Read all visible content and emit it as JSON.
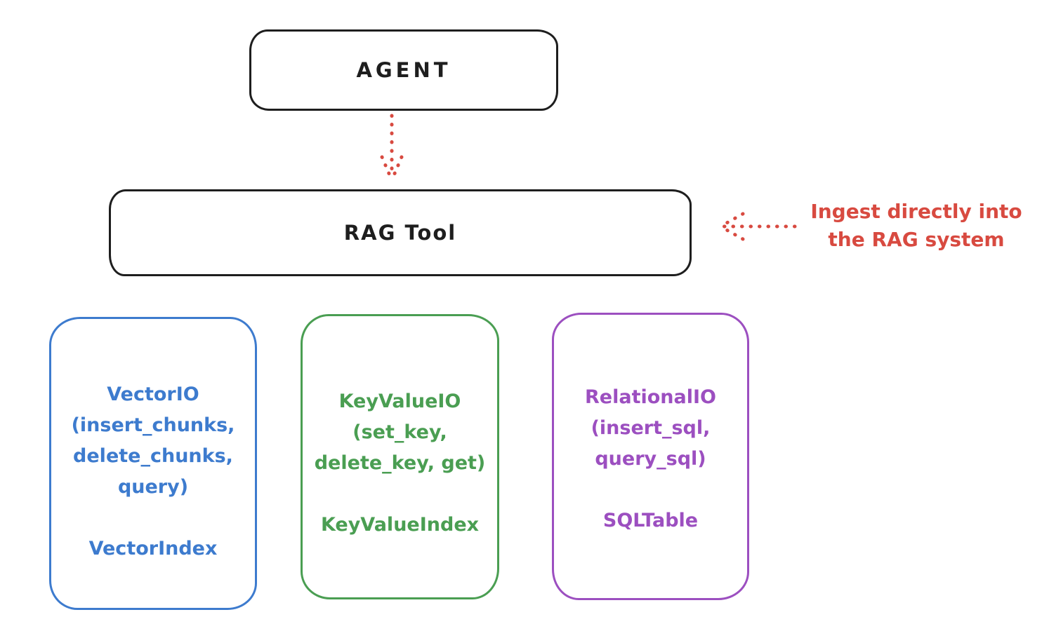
{
  "diagram": {
    "node_border_color": "#1e1e1e",
    "arrow_color": "#d84a40",
    "agent": {
      "label": "AGENT"
    },
    "rag_tool": {
      "label": "RAG Tool"
    },
    "annotation": {
      "line1": "Ingest directly into",
      "line2": "the RAG system",
      "color": "#d84a40"
    },
    "modules": [
      {
        "name": "vector-io",
        "title_block": "VectorIO\n(insert_chunks,\ndelete_chunks,\nquery)",
        "index_label": "VectorIndex",
        "color": "#3d7bce"
      },
      {
        "name": "keyvalue-io",
        "title_block": "KeyValueIO\n(set_key,\ndelete_key, get)",
        "index_label": "KeyValueIndex",
        "color": "#4a9e52"
      },
      {
        "name": "relational-io",
        "title_block": "RelationalIO\n(insert_sql,\nquery_sql)",
        "index_label": "SQLTable",
        "color": "#9c4fc0"
      }
    ]
  }
}
